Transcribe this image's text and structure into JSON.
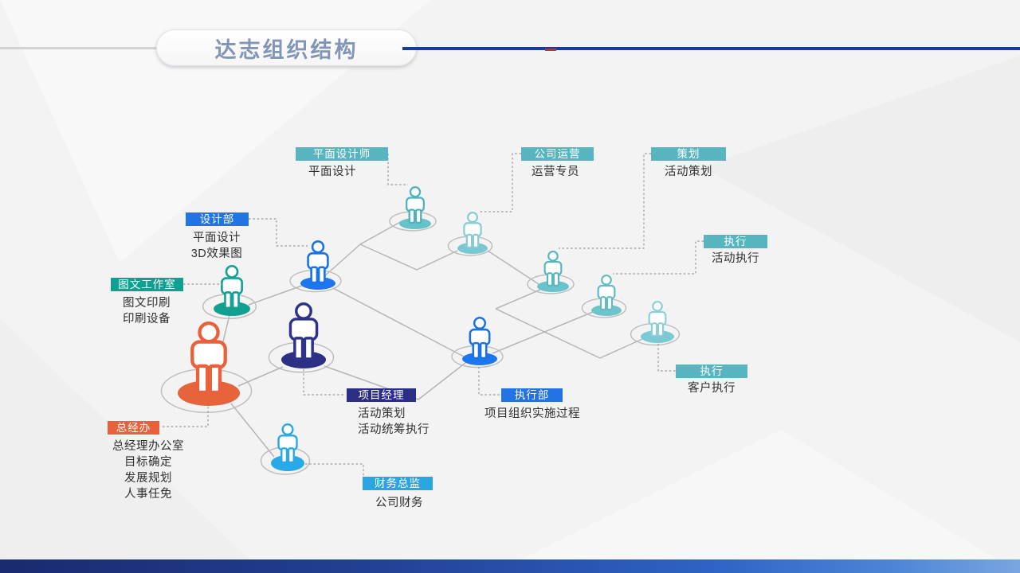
{
  "slide": {
    "title": "达志组织结构",
    "colors": {
      "background": "#f3f3f4",
      "title_text": "#8095b7",
      "left_rule": "#d2d2d3",
      "top_rule": "#1c3aa5",
      "top_rule_accent": "#b03a2e",
      "bottom_bar_left": "#1a2a6e",
      "bottom_bar_right": "#7aa6e0",
      "connector_solid": "#b5b5b5",
      "connector_dashed": "#999999",
      "body_text": "#2f2f2f"
    }
  },
  "nodes": [
    {
      "id": "pingmian",
      "title": "平面设计师",
      "box_color": "#57b5bf",
      "lines": [
        "平面设计"
      ]
    },
    {
      "id": "yunying",
      "title": "公司运营",
      "box_color": "#57b5bf",
      "lines": [
        "运营专员"
      ]
    },
    {
      "id": "cehua",
      "title": "策划",
      "box_color": "#57b5bf",
      "lines": [
        "活动策划"
      ]
    },
    {
      "id": "shejibu",
      "title": "设计部",
      "box_color": "#2273e3",
      "lines": [
        "平面设计",
        "3D效果图"
      ]
    },
    {
      "id": "tuwen",
      "title": "图文工作室",
      "box_color": "#0fa091",
      "lines": [
        "图文印刷",
        "印刷设备"
      ]
    },
    {
      "id": "zhixing1",
      "title": "执行",
      "box_color": "#57b5bf",
      "lines": [
        "活动执行"
      ]
    },
    {
      "id": "zhixing2",
      "title": "执行",
      "box_color": "#57b5bf",
      "lines": [
        "客户执行"
      ]
    },
    {
      "id": "zongjingban",
      "title": "总经办",
      "box_color": "#e8603c",
      "lines": [
        "总经理办公室",
        "目标确定",
        "发展规划",
        "人事任免"
      ]
    },
    {
      "id": "xiangmu",
      "title": "项目经理",
      "box_color": "#2b2e85",
      "lines": [
        "活动策划",
        "活动统筹执行"
      ]
    },
    {
      "id": "zhixingbu",
      "title": "执行部",
      "box_color": "#2273e3",
      "lines": [
        "项目组织实施过程"
      ]
    },
    {
      "id": "caiwu",
      "title": "财务总监",
      "box_color": "#2aa5e3",
      "lines": [
        "公司财务"
      ]
    }
  ],
  "people": [
    {
      "id": "p1",
      "node": "pingmian",
      "color": "#4db2bd",
      "ellipse": "#66c1c9"
    },
    {
      "id": "p2",
      "node": "yunying",
      "color": "#85ccd4",
      "ellipse": "#79c8d1"
    },
    {
      "id": "p3",
      "node": "cehua",
      "color": "#55b6c0",
      "ellipse": "#6ac2ca"
    },
    {
      "id": "p4",
      "node": "zhixing1",
      "color": "#5fbcc5",
      "ellipse": "#6fc4cc"
    },
    {
      "id": "p5",
      "node": "zhixing2",
      "color": "#8ad0da",
      "ellipse": "#7cc9d4"
    },
    {
      "id": "b1",
      "node": "shejibu",
      "color": "#1a72e8",
      "ellipse": "#1d76ee"
    },
    {
      "id": "g1",
      "node": "tuwen",
      "color": "#14a294",
      "ellipse": "#10a090"
    },
    {
      "id": "o1",
      "node": "zongjingban",
      "color": "#e8613b",
      "ellipse": "#e7633c"
    },
    {
      "id": "n1",
      "node": "xiangmu",
      "color": "#2f3289",
      "ellipse": "#2c2f84"
    },
    {
      "id": "b2",
      "node": "zhixingbu",
      "color": "#1a72e8",
      "ellipse": "#1d76ee"
    },
    {
      "id": "lb1",
      "node": "caiwu",
      "color": "#2ba9e5",
      "ellipse": "#29a9e8"
    }
  ]
}
